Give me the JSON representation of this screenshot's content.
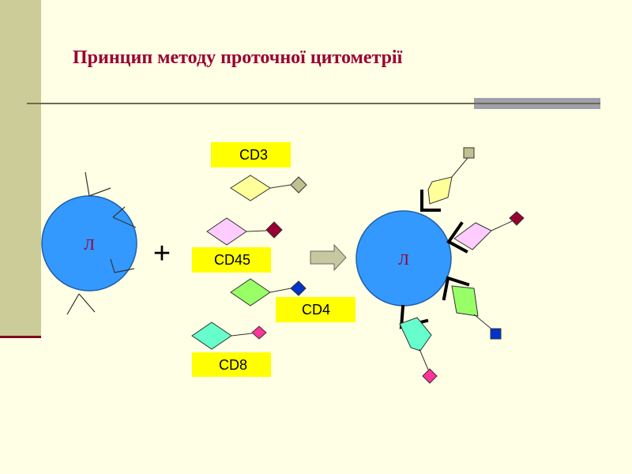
{
  "title": "Принцип методу проточної цитометрії",
  "cell_label": "Л",
  "plus": "+",
  "antibodies": {
    "cd3": "CD3",
    "cd45": "CD45",
    "cd4": "CD4",
    "cd8": "CD8"
  },
  "colors": {
    "cell": "#3399FF",
    "cd3_body": "#FFFF99",
    "cd3_tag": "#C0C090",
    "cd45_body": "#FFCCFF",
    "cd45_tag": "#990033",
    "cd4_body": "#99FF66",
    "cd4_tag": "#0033CC",
    "cd8_body": "#66FFCC",
    "cd8_tag": "#FF3399",
    "label_bg": "#FFFF00",
    "title": "#990033"
  }
}
